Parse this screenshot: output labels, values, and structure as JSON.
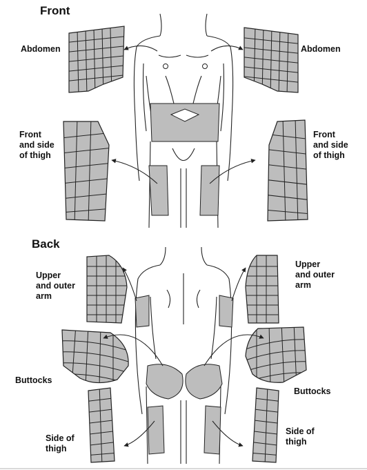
{
  "sections": {
    "front": {
      "heading": "Front"
    },
    "back": {
      "heading": "Back"
    }
  },
  "labels": {
    "abdomen_left": "Abdomen",
    "abdomen_right": "Abdomen",
    "front_thigh_left": [
      "Front",
      "and side",
      "of thigh"
    ],
    "front_thigh_right": [
      "Front",
      "and side",
      "of thigh"
    ],
    "upper_arm_left": [
      "Upper",
      "and outer",
      "arm"
    ],
    "upper_arm_right": [
      "Upper",
      "and outer",
      "arm"
    ],
    "buttocks_left": "Buttocks",
    "buttocks_right": "Buttocks",
    "side_thigh_left": [
      "Side of",
      "thigh"
    ],
    "side_thigh_right": [
      "Side of",
      "thigh"
    ]
  },
  "colors": {
    "region_fill": "#bdbdbd",
    "outline": "#222222",
    "text": "#111111"
  }
}
